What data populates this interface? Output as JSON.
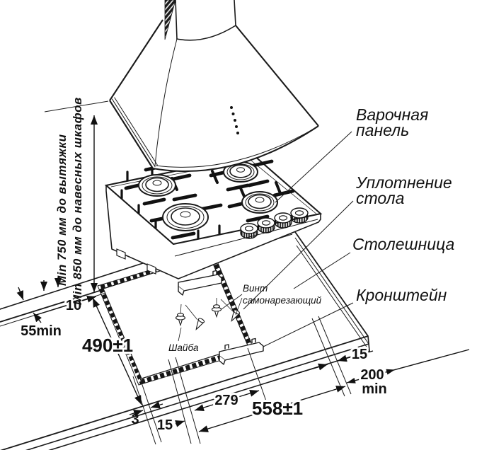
{
  "labels": {
    "hob1": "Варочная",
    "hob2": "панель",
    "seal1": "Уплотнение",
    "seal2": "стола",
    "countertop": "Столешница",
    "bracket": "Кронштейн",
    "screw1": "Винт",
    "screw2": "самонарезающий",
    "washer": "Шайба",
    "min_hood": "Min 750 мм до вытяжки",
    "min_cab": "Min 850 мм до навесных шкафов"
  },
  "dims": {
    "d55": "55min",
    "d10": "10",
    "d490": "490±1",
    "d3": "3",
    "d15l": "15",
    "d279": "279",
    "d558": "558±1",
    "d15r": "15",
    "d200": "200",
    "d200min": "min"
  },
  "colors": {
    "line": "#1a1a1a",
    "background": "#ffffff"
  }
}
